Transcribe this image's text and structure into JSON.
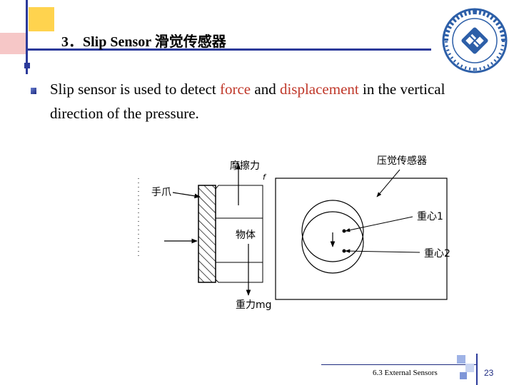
{
  "slide": {
    "title": "3．Slip Sensor 滑觉传感器",
    "body_before_force": "Slip sensor is used to detect ",
    "word_force": "force",
    "body_and": " and ",
    "word_displacement": "displacement",
    "body_after": " in the vertical direction of the pressure.",
    "accent_red": "#c0392b",
    "accent_blue": "#2b3a9a"
  },
  "diagram": {
    "label_friction": "摩擦力",
    "label_f": "f",
    "label_gripper": "手爪",
    "label_object": "物体",
    "label_gravity": "重力mg",
    "label_pressure_sensor": "压觉传感器",
    "label_cg1": "重心1",
    "label_cg2": "重心2"
  },
  "footer": {
    "section": "6.3  External Sensors",
    "page": "23"
  }
}
